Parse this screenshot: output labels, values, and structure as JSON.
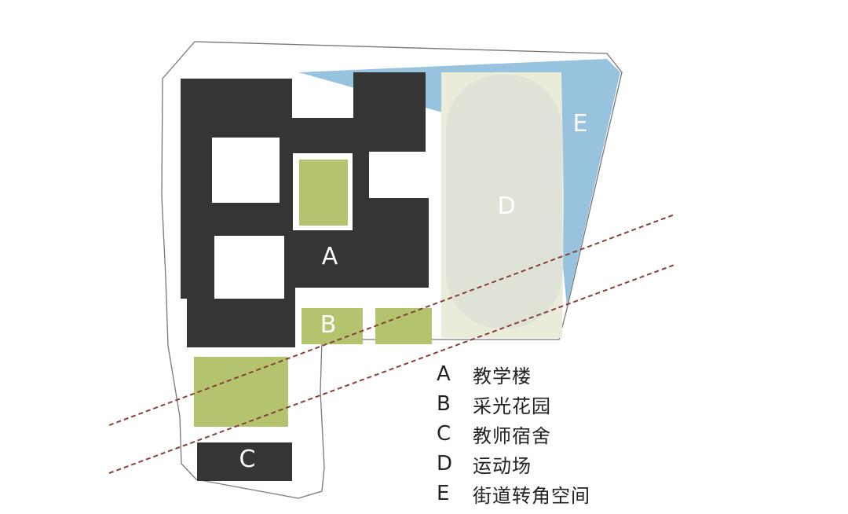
{
  "colors": {
    "building": "#353535",
    "garden": "#b4c36e",
    "field_outer": "#e8ecd9",
    "field_inner": "#dfe2d6",
    "corner": "#97c3de",
    "boundary": "#777777",
    "axis": "#8a3f3a",
    "legend_text": "#222222"
  },
  "labels": {
    "A": "A",
    "B": "B",
    "C": "C",
    "D": "D",
    "E": "E"
  },
  "legend": [
    {
      "key": "A",
      "text": "教学楼"
    },
    {
      "key": "B",
      "text": "采光花园"
    },
    {
      "key": "C",
      "text": "教师宿舍"
    },
    {
      "key": "D",
      "text": "运动场"
    },
    {
      "key": "E",
      "text": "街道转角空间"
    }
  ]
}
